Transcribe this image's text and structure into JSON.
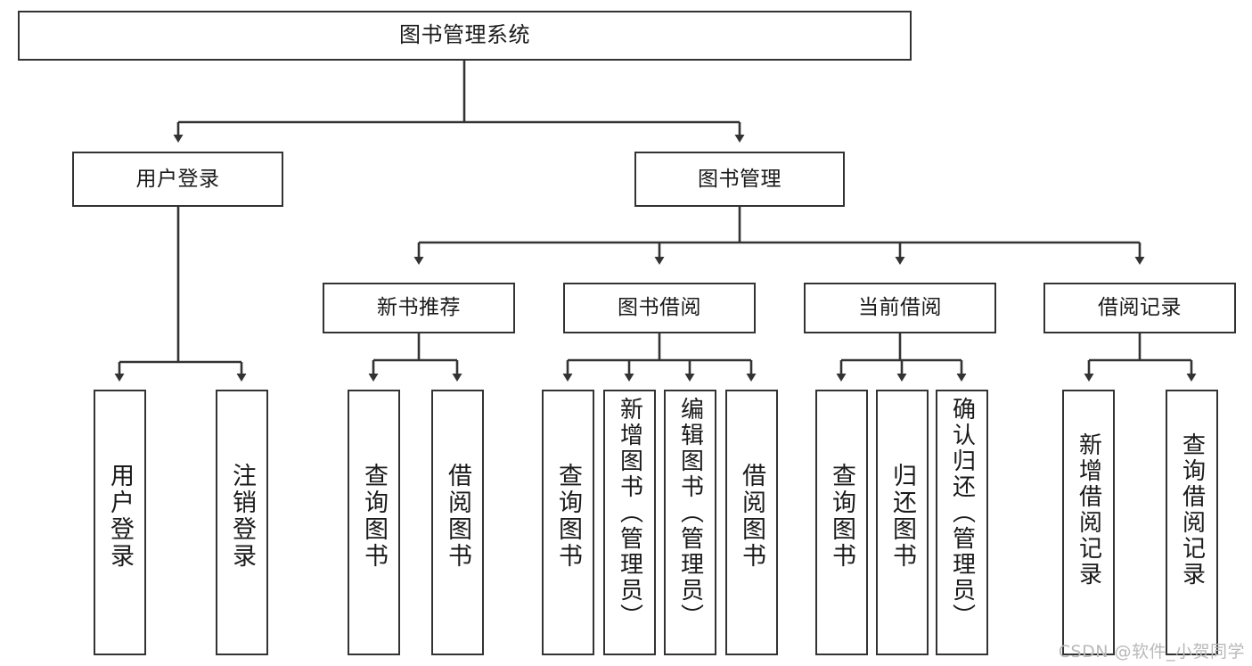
{
  "diagram": {
    "title": "图书管理系统",
    "type": "tree-hierarchy",
    "root": {
      "id": "root",
      "label": "图书管理系统"
    },
    "level1": [
      {
        "id": "user-login",
        "label": "用户登录"
      },
      {
        "id": "book-management",
        "label": "图书管理"
      }
    ],
    "level2": [
      {
        "id": "new-book-recommend",
        "label": "新书推荐",
        "parent": "book-management"
      },
      {
        "id": "book-borrow",
        "label": "图书借阅",
        "parent": "book-management"
      },
      {
        "id": "current-borrow",
        "label": "当前借阅",
        "parent": "book-management"
      },
      {
        "id": "borrow-record",
        "label": "借阅记录",
        "parent": "book-management"
      }
    ],
    "leaves": [
      {
        "id": "leaf-user-login",
        "label": "用户登录",
        "parent": "user-login"
      },
      {
        "id": "leaf-logout-login",
        "label": "注销登录",
        "parent": "user-login"
      },
      {
        "id": "leaf-query-book-recommend",
        "label": "查询图书",
        "parent": "new-book-recommend"
      },
      {
        "id": "leaf-borrow-book-recommend",
        "label": "借阅图书",
        "parent": "new-book-recommend"
      },
      {
        "id": "leaf-query-book-borrow",
        "label": "查询图书",
        "parent": "book-borrow"
      },
      {
        "id": "leaf-add-book-admin",
        "label": "新增图书（管理员）",
        "parent": "book-borrow"
      },
      {
        "id": "leaf-edit-book-admin",
        "label": "编辑图书（管理员）",
        "parent": "book-borrow"
      },
      {
        "id": "leaf-borrow-book",
        "label": "借阅图书",
        "parent": "book-borrow"
      },
      {
        "id": "leaf-query-book-current",
        "label": "查询图书",
        "parent": "current-borrow"
      },
      {
        "id": "leaf-return-book",
        "label": "归还图书",
        "parent": "current-borrow"
      },
      {
        "id": "leaf-confirm-return-admin",
        "label": "确认归还（管理员）",
        "parent": "current-borrow"
      },
      {
        "id": "leaf-add-borrow-record",
        "label": "新增借阅记录",
        "parent": "borrow-record"
      },
      {
        "id": "leaf-query-borrow-record",
        "label": "查询借阅记录",
        "parent": "borrow-record"
      }
    ]
  },
  "watermark": {
    "text": "CSDN @软件_小贺同学"
  },
  "colors": {
    "stroke": "#333333",
    "background": "#ffffff",
    "text": "#1a1a1a",
    "watermark": "#b9b9b9"
  }
}
